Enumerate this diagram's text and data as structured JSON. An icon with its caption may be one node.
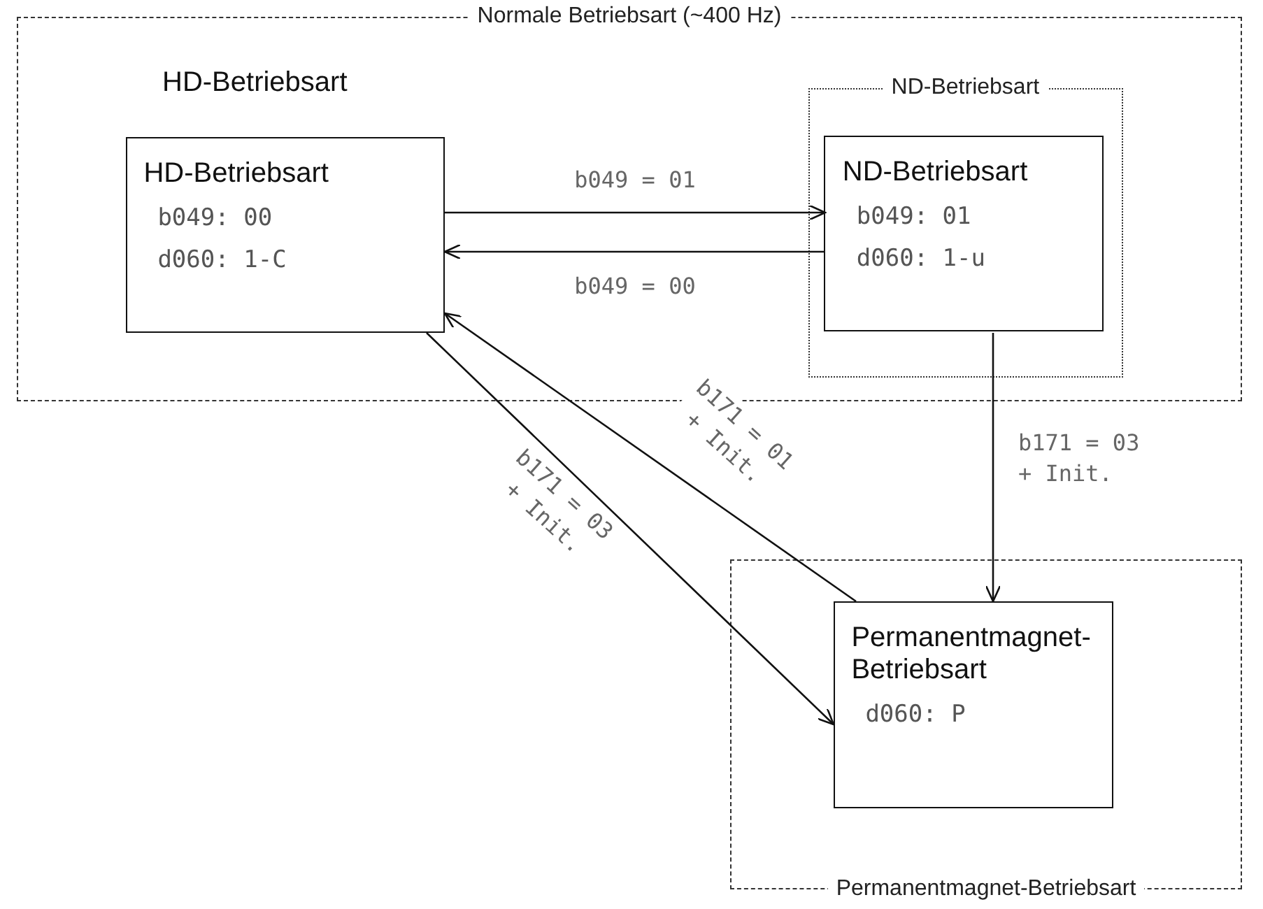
{
  "diagram": {
    "nodes": [
      {
        "text": [
          "Normale Betriebsart (~400 Hz)"
        ]
      },
      {
        "text": [
          "ND-Betriebsart"
        ],
        "in": 0
      },
      {
        "text": [
          "HD-Betriebsart",
          "b049: 00",
          "d060: 1-C"
        ],
        "in": 0
      },
      {
        "text": [
          "ND-Betriebsart",
          "b049: 01",
          "d060: 1-u"
        ],
        "in": 1
      },
      {
        "text": [
          "Permanentmagnet-Betriebsart"
        ]
      },
      {
        "text": [
          "Permanentmagnet-Betriebsart",
          "d060: P"
        ],
        "in": 4
      }
    ],
    "edges": [
      {
        "from": 2,
        "to": 3,
        "arrow": "to",
        "label": "b049 = 01"
      },
      {
        "from": 3,
        "to": 2,
        "arrow": "to",
        "label": "b049 = 00"
      },
      {
        "from": 2,
        "to": 5,
        "arrow": "to",
        "label": "b171 = 03 + Init."
      },
      {
        "from": 5,
        "to": 2,
        "arrow": "to",
        "label": "b171 = 01 + Init."
      },
      {
        "from": 3,
        "to": 5,
        "arrow": "to",
        "label": "b171 = 03 + Init."
      }
    ],
    "labels": [
      "HD-Betriebsart"
    ]
  }
}
